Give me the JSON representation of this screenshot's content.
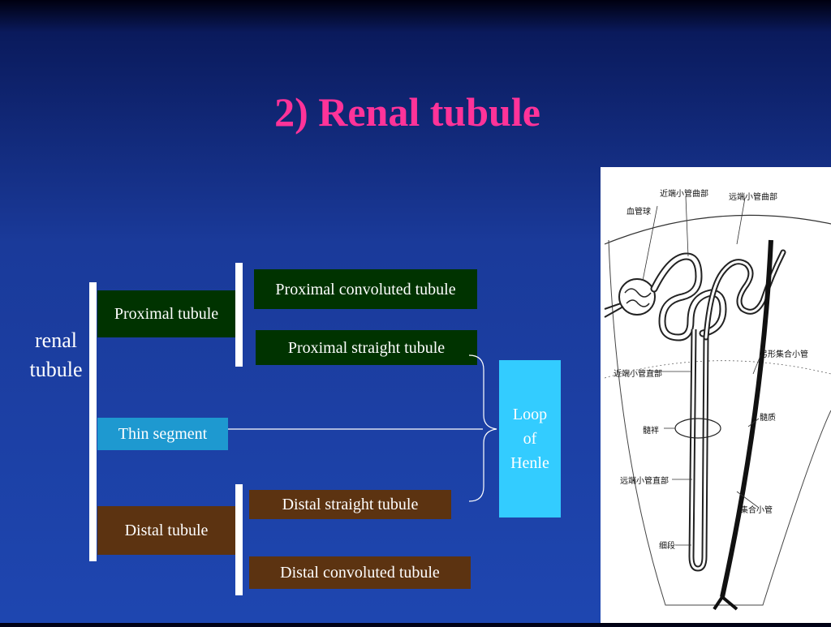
{
  "title": "2) Renal tubule",
  "root_label": "renal\ntubule",
  "proximal_tubule": "Proximal tubule",
  "proximal_convoluted": "Proximal convoluted tubule",
  "proximal_straight": "Proximal straight tubule",
  "thin_segment": "Thin segment",
  "distal_tubule": "Distal tubule",
  "distal_straight": "Distal straight tubule",
  "distal_convoluted": "Distal convoluted tubule",
  "loop_of_henle": [
    "Loop",
    "of",
    "Henle"
  ],
  "figure_labels": {
    "glomerulus": "血管球",
    "proximal_convoluted": "近端小管曲部",
    "distal_convoluted": "远端小管曲部",
    "arcuate_collecting": "弓形集合小管",
    "proximal_straight": "近端小管直部",
    "loop": "髓袢",
    "medulla": "髓质",
    "distal_straight": "远端小管直部",
    "collecting_duct": "集合小管",
    "thin_segment": "细段"
  },
  "colors": {
    "title": "#ff3399",
    "proximal": "#003300",
    "thin": "#1e99d0",
    "distal": "#5c3311",
    "loop": "#33ccff"
  }
}
